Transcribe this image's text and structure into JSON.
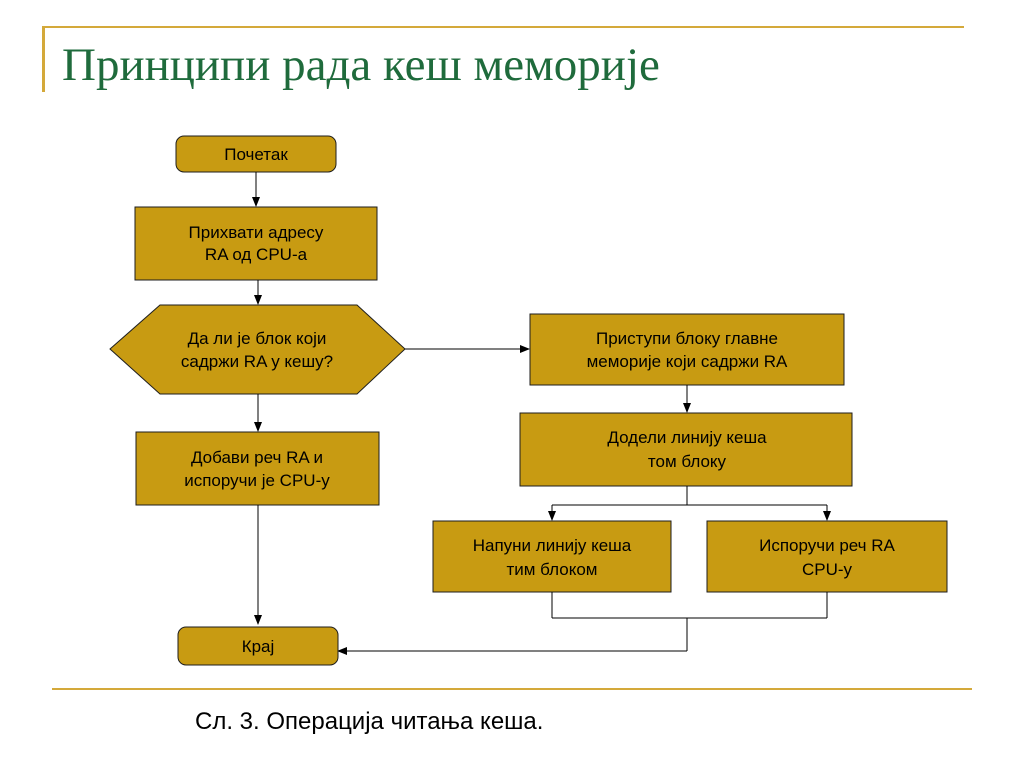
{
  "slide": {
    "title": "Принципи рада кеш меморије",
    "caption": "Сл. 3. Операција читања кеша."
  },
  "flow": {
    "start": "Почетак",
    "accept_l1": "Прихвати адресу",
    "accept_l2": "RA од CPU-a",
    "decision_l1": "Да ли је блок који",
    "decision_l2": "садржи RA у кешу?",
    "get_word_l1": "Добави реч RA и",
    "get_word_l2": "испоручи је CPU-у",
    "access_l1": "Приступи блоку главне",
    "access_l2": "меморије који садржи RA",
    "assign_l1": "Додели линију кеша",
    "assign_l2": "том блоку",
    "fill_l1": "Напуни линију кеша",
    "fill_l2": "тим блоком",
    "deliver_l1": "Испоручи реч RA",
    "deliver_l2": "CPU-у",
    "end": "Крај"
  }
}
